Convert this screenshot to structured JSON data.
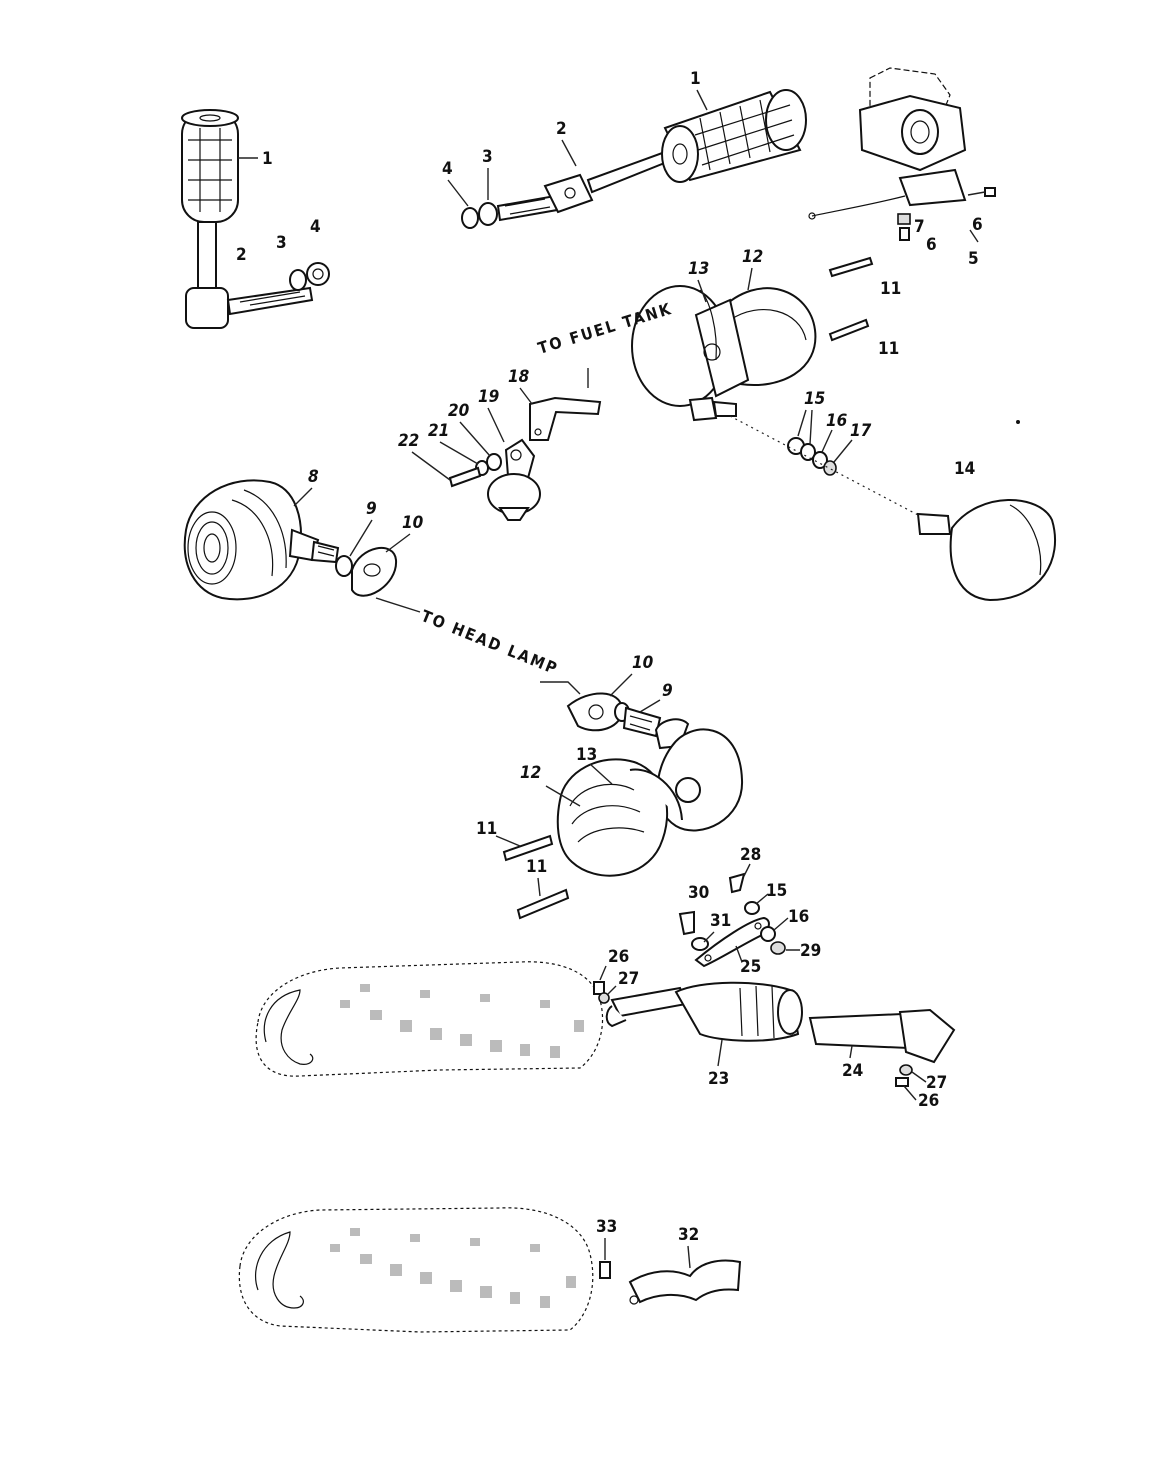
{
  "callouts": {
    "c1a": "1",
    "c2a": "2",
    "c3a": "3",
    "c4a": "4",
    "c1b": "1",
    "c2b": "2",
    "c3b": "3",
    "c4b": "4",
    "c5": "5",
    "c6a": "6",
    "c6b": "6",
    "c7": "7",
    "c8": "8",
    "c9a": "9",
    "c10a": "10",
    "c11a": "11",
    "c11b": "11",
    "c12a": "12",
    "c13a": "13",
    "c14": "14",
    "c15a": "15",
    "c16a": "16",
    "c17": "17",
    "c18": "18",
    "c19": "19",
    "c20": "20",
    "c21": "21",
    "c22": "22",
    "c10b": "10",
    "c9b": "9",
    "c13b": "13",
    "c12b": "12",
    "c11c": "11",
    "c11d": "11",
    "c28": "28",
    "c30": "30",
    "c15b": "15",
    "c31": "31",
    "c16b": "16",
    "c25": "25",
    "c29": "29",
    "c26a": "26",
    "c27a": "27",
    "c23": "23",
    "c24": "24",
    "c27b": "27",
    "c26b": "26",
    "c33": "33",
    "c32": "32"
  },
  "notes": {
    "fuel_tank": "TO FUEL TANK",
    "head_lamp": "TO HEAD LAMP"
  }
}
